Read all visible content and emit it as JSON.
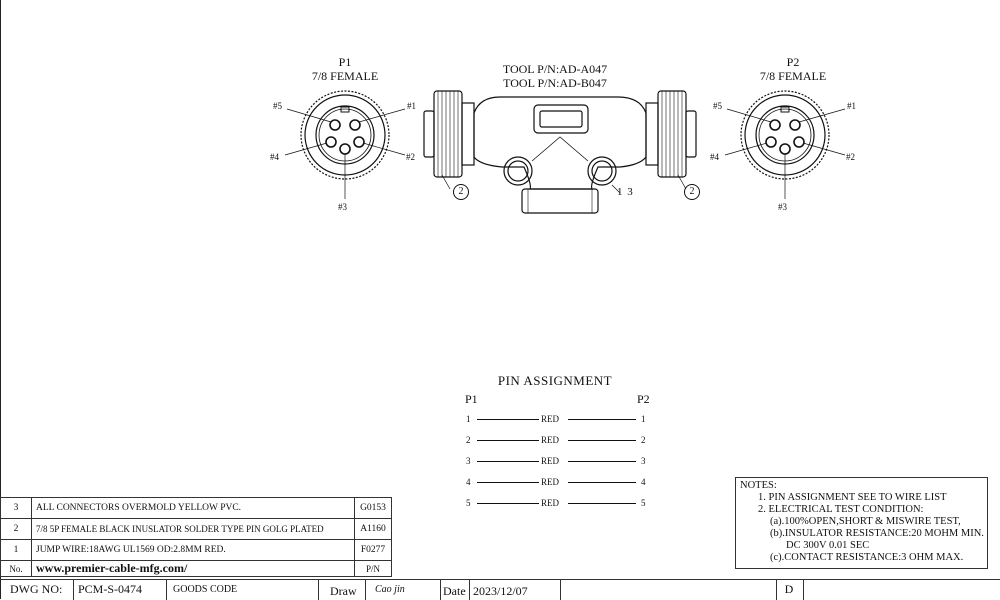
{
  "p1": {
    "title": "P1",
    "subtitle": "7/8 FEMALE",
    "pins": [
      "#5",
      "#1",
      "#4",
      "#2",
      "#3"
    ]
  },
  "p2": {
    "title": "P2",
    "subtitle": "7/8 FEMALE",
    "pins": [
      "#5",
      "#1",
      "#4",
      "#2",
      "#3"
    ]
  },
  "tool": {
    "line1": "TOOL P/N:AD-A047",
    "line2": "TOOL P/N:AD-B047"
  },
  "callouts": {
    "left": "2",
    "mid": "1 3",
    "right": "2"
  },
  "pin_assignment": {
    "title": "PIN ASSIGNMENT",
    "left_header": "P1",
    "right_header": "P2",
    "rows": [
      {
        "p1": "1",
        "color": "RED",
        "p2": "1"
      },
      {
        "p1": "2",
        "color": "RED",
        "p2": "2"
      },
      {
        "p1": "3",
        "color": "RED",
        "p2": "3"
      },
      {
        "p1": "4",
        "color": "RED",
        "p2": "4"
      },
      {
        "p1": "5",
        "color": "RED",
        "p2": "5"
      }
    ]
  },
  "bom": [
    {
      "no": "3",
      "desc": "ALL CONNECTORS OVERMOLD YELLOW PVC.",
      "pn": "G0153"
    },
    {
      "no": "2",
      "desc": "7/8 5P FEMALE BLACK INUSLATOR SOLDER TYPE PIN GOLG PLATED",
      "pn": "A1160"
    },
    {
      "no": "1",
      "desc": "JUMP WIRE:18AWG UL1569 OD:2.8MM RED.",
      "pn": "F0277"
    }
  ],
  "bom_header": {
    "no": "No.",
    "website": "www.premier-cable-mfg.com/",
    "pn": "P/N"
  },
  "title_block": {
    "dwg_label": "DWG NO:",
    "dwg_no": "PCM-S-0474",
    "goods_code": "GOODS CODE",
    "draw_label": "Draw",
    "drawer": "Cao jin",
    "date_label": "Date",
    "date": "2023/12/07",
    "rev": "D"
  },
  "notes": {
    "title": "NOTES:",
    "lines": [
      "1.  PIN ASSIGNMENT SEE TO WIRE LIST",
      "2.  ELECTRICAL TEST CONDITION:",
      "(a).100%OPEN,SHORT & MISWIRE TEST,",
      "(b).INSULATOR RESISTANCE:20 MOHM MIN.",
      "DC 300V 0.01 SEC",
      "(c).CONTACT RESISTANCE:3 OHM MAX."
    ]
  }
}
